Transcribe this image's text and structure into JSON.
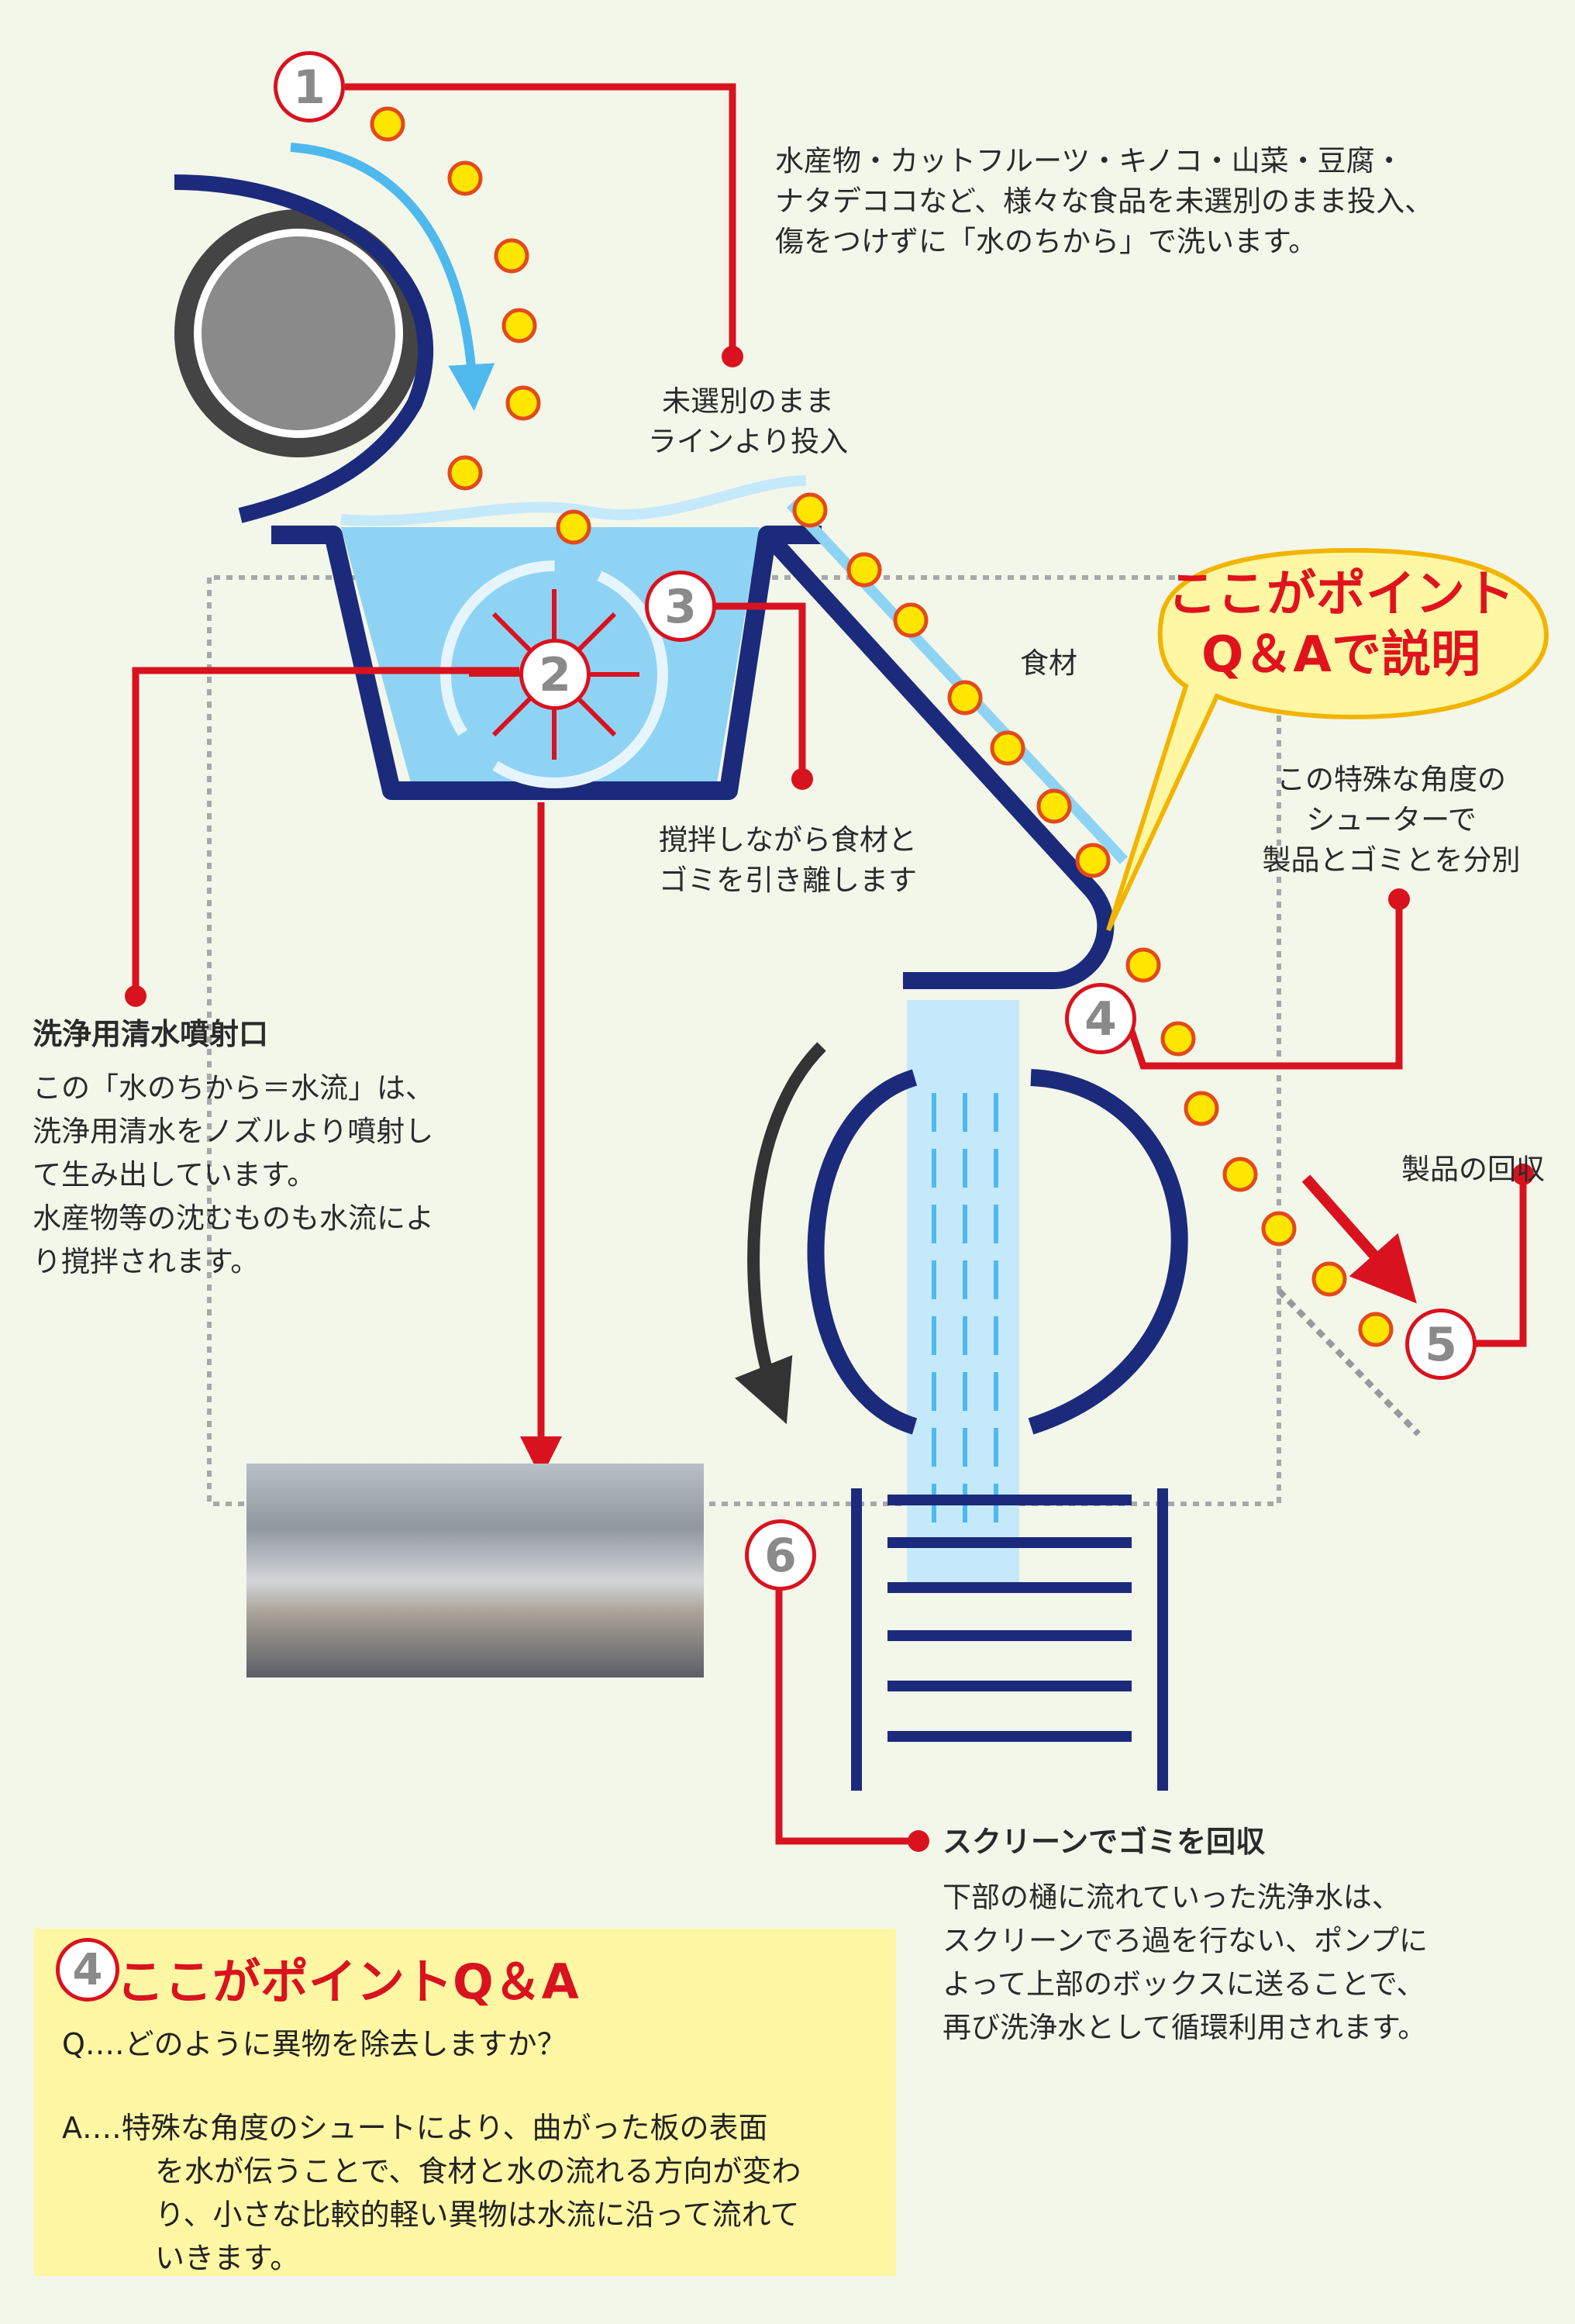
{
  "steps": {
    "step1": "1",
    "step2": "2",
    "step3": "3",
    "step4": "4",
    "step5": "5",
    "step6": "6"
  },
  "texts": {
    "intro_line1": "水産物・カットフルーツ・キノコ・山菜・豆腐・",
    "intro_line2": "ナタデココなど、様々な食品を未選別のまま投入、",
    "intro_line3": "傷をつけずに「水のちから」で洗います。",
    "input_line1": "未選別のまま",
    "input_line2": "ラインより投入",
    "ingredient_label": "食材",
    "point_bubble_line1": "ここがポイント",
    "point_bubble_line2": "Q＆Aで説明",
    "chute_line1": "この特殊な角度の",
    "chute_line2": "シューターで",
    "chute_line3": "製品とゴミとを分別",
    "stir_line1": "撹拌しながら食材と",
    "stir_line2": "ゴミを引き離します",
    "nozzle_title": "洗浄用清水噴射口",
    "nozzle_line1": "この「水のちから＝水流」は、",
    "nozzle_line2": "洗浄用清水をノズルより噴射し",
    "nozzle_line3": "て生み出しています。",
    "nozzle_line4": "水産物等の沈むものも水流によ",
    "nozzle_line5": "り撹拌されます。",
    "product_recovery": "製品の回収",
    "screen_title": "スクリーンでゴミを回収",
    "screen_line1": "下部の樋に流れていった洗浄水は、",
    "screen_line2": "スクリーンでろ過を行ない、ポンプに",
    "screen_line3": "よって上部のボックスに送ることで、",
    "screen_line4": "再び洗浄水として循環利用されます。"
  },
  "qa": {
    "number": "4",
    "title": "ここがポイントQ＆A",
    "question": "Q‥‥どのように異物を除去しますか？",
    "answer_line1": "A‥‥特殊な角度のシュートにより、曲がった板の表面",
    "answer_line2": "を水が伝うことで、食材と水の流れる方向が変わ",
    "answer_line3": "り、小さな比較的軽い異物は水流に沿って流れて",
    "answer_line4": "いきます。"
  },
  "colors": {
    "navy": "#1c2a7c",
    "red": "#d9121f",
    "water": "#8fd3f4",
    "water_light": "#c4e9fb",
    "food": "#ffe600",
    "qa_bg": "#fff7a3",
    "background": "#f3f7ea"
  }
}
